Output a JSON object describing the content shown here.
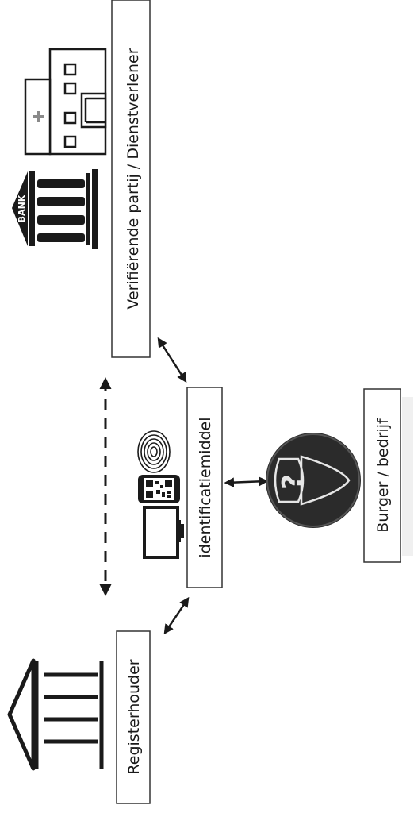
{
  "labels": {
    "registerhouder": "Registerhouder",
    "identificatiemiddel": "identificatiemiddel",
    "verifierende_partij": "Verifiërende partij / Dienstverlener",
    "burger": "Burger / bedrijf",
    "bank_sign": "BANK"
  },
  "colors": {
    "ink": "#1a1a1a",
    "box_border": "#333333",
    "avatar": "#2b2b2b",
    "background": "#ffffff"
  },
  "icons": {
    "registerhouder": "government-building-icon",
    "bank": "bank-building-icon",
    "hospital": "hospital-icon",
    "monitor": "monitor-icon",
    "phone": "qr-phone-icon",
    "fingerprint": "fingerprint-icon",
    "user": "unknown-user-icon"
  }
}
